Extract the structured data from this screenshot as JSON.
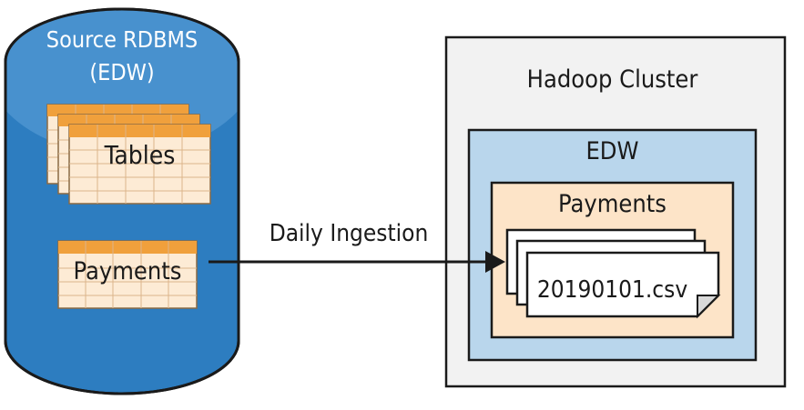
{
  "source_db": {
    "title_line1": "Source RDBMS",
    "title_line2": "(EDW)",
    "tables_label": "Tables",
    "payments_label": "Payments"
  },
  "arrow": {
    "label": "Daily Ingestion"
  },
  "hadoop": {
    "cluster_label": "Hadoop Cluster",
    "edw_label": "EDW",
    "payments_label": "Payments",
    "file_label": "20190101.csv"
  },
  "colors": {
    "db_dark": "#2d7dc0",
    "db_light": "#5fa2d8",
    "table_header": "#f0a03c",
    "table_body": "#fdebd5",
    "table_grid": "#dcb58a",
    "cluster_bg": "#f2f2f2",
    "edw_bg": "#b9d6ec",
    "payments_bg": "#fde4c8",
    "file_bg": "#ffffff",
    "stroke": "#1a1a1a"
  }
}
